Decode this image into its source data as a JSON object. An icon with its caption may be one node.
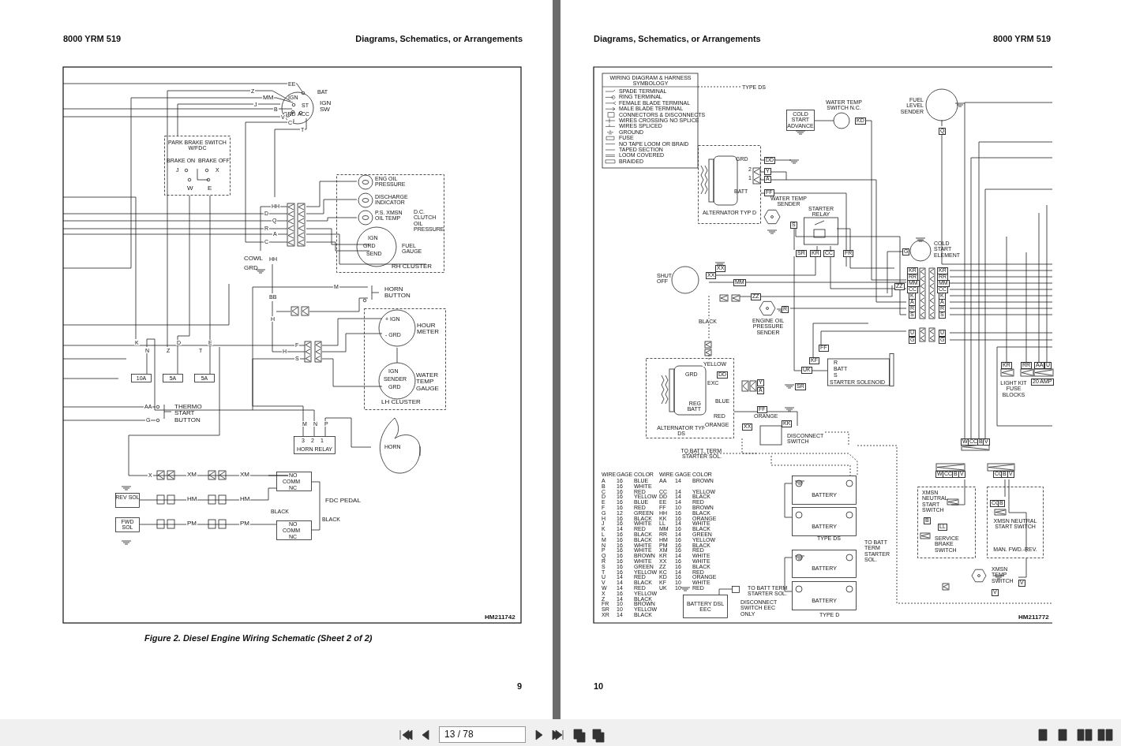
{
  "diagram": {
    "caption": "Figure 2.  Diesel Engine Wiring Schematic (Sheet 2 of 2)",
    "nodes": [
      {
        "text": [
          "BAT",
          "IGN",
          "ST",
          "GRD",
          "ACC",
          "IGN SW"
        ]
      },
      {
        "text": [
          "PARK BRAKE SWITCH W/FDC",
          "BRAKE ON",
          "BRAKE OFF"
        ]
      },
      {
        "text": [
          "D.C. CLUTCH OIL PRESSURE",
          "RH CLUSTER"
        ]
      },
      {
        "text": [
          "ENG OIL PRESSURE"
        ],
        "in": 2
      },
      {
        "text": [
          "DISCHARGE INDICATOR"
        ],
        "in": 2
      },
      {
        "text": [
          "P.S. XMSN OIL TEMP"
        ],
        "in": 2
      },
      {
        "text": [
          "IGN",
          "GRD",
          "SEND",
          "FUEL GAUGE"
        ],
        "in": 2
      },
      {
        "text": [
          "HORN BUTTON"
        ]
      },
      {
        "text": [
          "LH CLUSTER"
        ]
      },
      {
        "text": [
          "+ IGN",
          "- GRD",
          "HOUR METER"
        ],
        "in": 8
      },
      {
        "text": [
          "IGN",
          "SENDER",
          "GRD",
          "WATER TEMP GAUGE"
        ],
        "in": 8
      },
      {
        "text": [
          "10A"
        ]
      },
      {
        "text": [
          "5A"
        ]
      },
      {
        "text": [
          "5A"
        ]
      },
      {
        "text": [
          "THERMO START BUTTON"
        ]
      },
      {
        "text": [
          "3",
          "2",
          "1",
          "HORN RELAY"
        ]
      },
      {
        "text": [
          "HORN"
        ]
      },
      {
        "text": [
          "REV SOL"
        ]
      },
      {
        "text": [
          "FWD SOL"
        ]
      },
      {
        "text": [
          "NO",
          "COMM",
          "NC"
        ]
      },
      {
        "text": [
          "NO",
          "COMM",
          "NC"
        ]
      },
      {
        "text": [
          "COLD START ADVANCE"
        ]
      },
      {
        "text": [
          "WATER TEMP SWITCH N.C."
        ]
      },
      {
        "text": [
          "FUEL LEVEL SENDER"
        ]
      },
      {
        "text": [
          "GRD",
          "2",
          "1",
          "BATT",
          "ALTERNATOR TYP D"
        ]
      },
      {
        "text": [
          "WATER TEMP SENDER"
        ]
      },
      {
        "text": [
          "STARTER RELAY"
        ]
      },
      {
        "text": [
          "COLD START ELEMENT"
        ]
      },
      {
        "text": [
          "SHUT OFF"
        ]
      },
      {
        "text": [
          "ENGINE OIL PRESSURE SENDER"
        ]
      },
      {
        "text": [
          "R",
          "BATT",
          "S",
          "STARTER SOLENOID"
        ]
      },
      {
        "text": [
          "GRD",
          "EXC",
          "REG BATT",
          "ALTERNATOR TYP DS"
        ]
      },
      {
        "text": [
          "DISCONNECT SWITCH"
        ]
      },
      {
        "text": [
          "BATTERY"
        ]
      },
      {
        "text": [
          "BATTERY"
        ]
      },
      {
        "text": [
          "BATTERY"
        ]
      },
      {
        "text": [
          "BATTERY"
        ]
      },
      {
        "text": [
          "BATTERY DSL EEC"
        ]
      },
      {
        "text": [],
        "shape": "box"
      },
      {
        "text": [
          "XMSN NEUTRAL START SWITCH",
          "SERVICE BRAKE SWITCH"
        ]
      },
      {
        "text": [
          "XMSN NEUTRAL START SWITCH",
          "MAN. FWD.-REV."
        ]
      },
      {
        "text": [
          "XMSN TEMP SWITCH"
        ]
      }
    ],
    "edges": [
      {
        "from": 0,
        "to": 1,
        "arrow": "none"
      },
      {
        "from": 1,
        "to": 12,
        "arrow": "none"
      },
      {
        "from": 1,
        "to": 13,
        "arrow": "none"
      },
      {
        "from": 7,
        "to": 15,
        "arrow": "none"
      },
      {
        "from": 15,
        "to": 16,
        "arrow": "none"
      },
      {
        "from": 17,
        "to": 19,
        "arrow": "none"
      },
      {
        "from": 18,
        "to": 20,
        "arrow": "none"
      },
      {
        "from": 19,
        "to": 20,
        "arrow": "none"
      },
      {
        "from": 21,
        "to": 22,
        "arrow": "none"
      },
      {
        "from": 32,
        "to": 33,
        "arrow": "none",
        "style": "dashed"
      },
      {
        "from": 33,
        "to": 34,
        "arrow": "none"
      },
      {
        "from": 35,
        "to": 36,
        "arrow": "none"
      },
      {
        "from": 37,
        "to": 38,
        "arrow": "none"
      },
      {
        "from": 41,
        "to": 40,
        "arrow": "none"
      },
      {
        "from": 31,
        "to": 32,
        "arrow": "none"
      },
      {
        "from": 9,
        "to": 10,
        "arrow": "none"
      }
    ],
    "labels": [
      "8000 YRM 519",
      "Diagrams, Schematics, or Arrangements",
      "Diagrams, Schematics, or Arrangements",
      "8000 YRM 519",
      "HM211742",
      "HM211772",
      "9",
      "10",
      "EE",
      "Z",
      "MM",
      "J",
      "B",
      "V",
      "C",
      "T",
      "J",
      "X",
      "W",
      "E",
      "HH",
      "D",
      "Q",
      "R",
      "A",
      "C",
      "COWL",
      "HH",
      "GRD",
      "M",
      "BB",
      "H",
      "F",
      "H",
      "S",
      "K",
      "N",
      "Z",
      "D",
      "T",
      "E",
      "AA",
      "G",
      "M",
      "N",
      "P",
      "X",
      "XM",
      "XM",
      "HM",
      "HM",
      "PM",
      "PM",
      "BLACK",
      "BLACK",
      "FDC PEDAL",
      "WIRING DIAGRAM & HARNESS SYMBOLOGY",
      "TYPE DS",
      "BLACK",
      "YELLOW",
      "BLUE",
      "RED",
      "ORANGE",
      "ORANGE",
      "TO BATT. TERM STARTER SOL.",
      "TO BATT TERM STARTER SOL.",
      "TO BATT TERM STARTER SOL.",
      "DISCONNECT SWITCH EEC ONLY",
      "TYPE DS",
      "TYPE D",
      "LIGHT KIT FUSE BLOCKS",
      "20 AMP",
      "DD",
      "Y",
      "A",
      "FF",
      "KD",
      "S",
      "SR",
      "KR",
      "CC",
      "FR",
      "XX",
      "XX",
      "MM",
      "ZZ",
      "R",
      "G",
      "KR",
      "RR",
      "MM",
      "ZZ",
      "CC",
      "K",
      "A",
      "R",
      "S",
      "U",
      "G",
      "KR",
      "RR",
      "MM",
      "CC",
      "K",
      "A",
      "R",
      "S",
      "U",
      "G",
      "FF",
      "KF",
      "UK",
      "SR",
      "DD",
      "Y",
      "A",
      "FF",
      "KK",
      "XX",
      "Q",
      "KR",
      "RR",
      "AA",
      "U",
      "W",
      "CC",
      "B",
      "V",
      "W",
      "CC",
      "B",
      "V",
      "CC",
      "B",
      "V",
      "CC",
      "B",
      "B",
      "LL",
      "V",
      "V",
      "WIRE",
      "GAGE",
      "COLOR",
      "WIRE",
      "GAGE",
      "COLOR",
      "A",
      "16",
      "BLUE",
      "AA",
      "14",
      "BROWN",
      "B",
      "16",
      "WHITE",
      "C",
      "16",
      "RED",
      "CC",
      "14",
      "YELLOW",
      "D",
      "16",
      "YELLOW",
      "DD",
      "14",
      "BLACK",
      "E",
      "16",
      "BLUE",
      "EE",
      "14",
      "RED",
      "F",
      "16",
      "RED",
      "FF",
      "10",
      "BROWN",
      "G",
      "12",
      "GREEN",
      "HH",
      "16",
      "BLACK",
      "H",
      "16",
      "BLACK",
      "KK",
      "16",
      "ORANGE",
      "J",
      "16",
      "WHITE",
      "LL",
      "14",
      "WHITE",
      "K",
      "14",
      "RED",
      "MM",
      "16",
      "BLACK",
      "L",
      "16",
      "BLACK",
      "RR",
      "14",
      "GREEN",
      "M",
      "16",
      "BLACK",
      "HM",
      "16",
      "YELLOW",
      "N",
      "16",
      "WHITE",
      "PM",
      "16",
      "BLACK",
      "P",
      "16",
      "WHITE",
      "XM",
      "16",
      "RED",
      "Q",
      "16",
      "BROWN",
      "KR",
      "14",
      "WHITE",
      "R",
      "16",
      "WHITE",
      "XX",
      "16",
      "WHITE",
      "S",
      "16",
      "GREEN",
      "ZZ",
      "16",
      "BLACK",
      "T",
      "16",
      "YELLOW",
      "KC",
      "14",
      "RED",
      "U",
      "14",
      "RED",
      "KD",
      "16",
      "ORANGE",
      "V",
      "14",
      "BLACK",
      "KF",
      "10",
      "WHITE",
      "W",
      "14",
      "RED",
      "UK",
      "10",
      "RED",
      "X",
      "16",
      "YELLOW",
      "Z",
      "14",
      "BLACK",
      "FR",
      "10",
      "BROWN",
      "SR",
      "10",
      "YELLOW",
      "XR",
      "14",
      "BLACK",
      "13 / 78"
    ],
    "legend": [
      {
        "text": "SPADE TERMINAL"
      },
      {
        "text": "RING TERMINAL"
      },
      {
        "text": "FEMALE BLADE TERMINAL"
      },
      {
        "text": "MALE BLADE TERMINAL"
      },
      {
        "text": "CONNECTORS & DISCONNECTS"
      },
      {
        "text": "WIRES CROSSING NO SPLICE"
      },
      {
        "text": "WIRES SPLICED"
      },
      {
        "text": "GROUND"
      },
      {
        "text": "FUSE"
      },
      {
        "text": "NO TAPE LOOM OR BRAID"
      },
      {
        "text": "TAPED SECTION"
      },
      {
        "text": "LOOM COVERED"
      },
      {
        "text": "BRAIDED"
      }
    ]
  }
}
